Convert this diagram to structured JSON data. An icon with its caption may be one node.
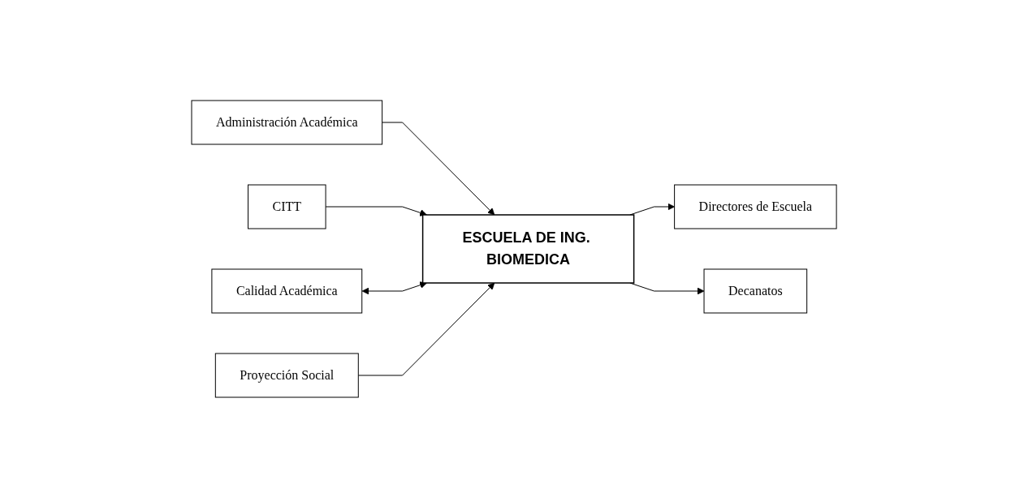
{
  "diagram": {
    "nodes": [
      {
        "text": [
          "Administración Académica"
        ]
      },
      {
        "text": [
          "CITT"
        ]
      },
      {
        "text": [
          "Calidad Académica"
        ]
      },
      {
        "text": [
          "ESCUELA DE ING. BIOMEDICA"
        ]
      },
      {
        "text": [
          "Directores de Escuela"
        ]
      },
      {
        "text": [
          "Decanatos"
        ]
      },
      {
        "text": [
          "Proyección Social"
        ]
      }
    ],
    "edges": [
      {
        "from": 0,
        "to": 3,
        "arrow": "to"
      },
      {
        "from": 1,
        "to": 3,
        "arrow": "to"
      },
      {
        "from": 2,
        "to": 3,
        "arrow": "both"
      },
      {
        "from": 3,
        "to": 4,
        "arrow": "to"
      },
      {
        "from": 3,
        "to": 5,
        "arrow": "to"
      },
      {
        "from": 6,
        "to": 3,
        "arrow": "to"
      }
    ]
  }
}
